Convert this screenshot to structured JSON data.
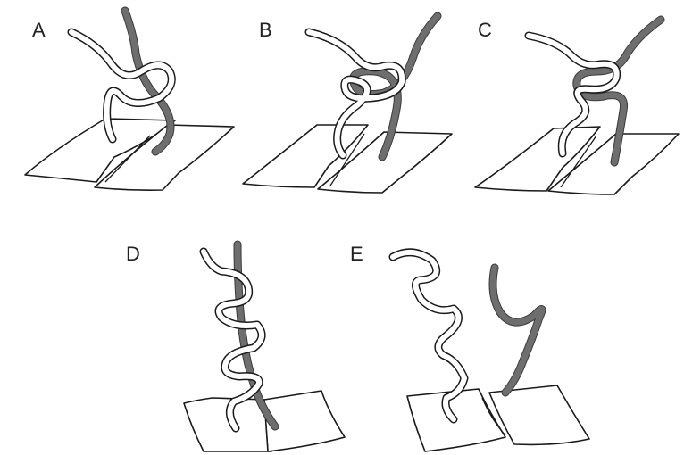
{
  "panels": [
    {
      "label": "A"
    },
    {
      "label": "B"
    },
    {
      "label": "C"
    },
    {
      "label": "D"
    },
    {
      "label": "E"
    }
  ],
  "colors": {
    "dark_strand": "#6e6e6e",
    "light_strand": "#ffffff",
    "outline": "#1a1a1a",
    "background": "#ffffff"
  }
}
